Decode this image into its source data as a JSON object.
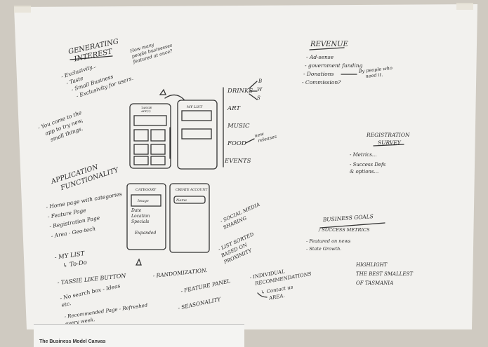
{
  "notes": {
    "generating_interest": "GENERATING\nINTEREST",
    "how_many": "How many\npeople businesses\nfeatured at once?",
    "interest_list": "- Exclusivity...\n- Taste\n- Small Business\n- Exclusivity for users.",
    "you_come": "- You come to the\napp to try new,\nsmall things.",
    "revenue_title": "REVENUE",
    "revenue_list": "- Ad-sense\n- government funding\n- Donations\n- Commission?",
    "by_people": "By people who\nneed it.",
    "categories": "DRINKS\n\nART\n\nMUSIC\n\nFOOD\n\nEVENTS",
    "bws": "B\nW\nS",
    "new_releases": "new\nreleases",
    "registration": "REGISTRATION\nSURVEY",
    "reg_list": "- Metrics...\n- Success Defs\n   & options...",
    "app_func": "APPLICATION\nFUNCTIONALITY",
    "func_list": "- Home page with categories\n- Feature Page\n- Registration Page\n- Area - Geo-tech",
    "my_list": "- MY LIST\n  ↳ To-Do",
    "tassie": "- TASSIE LIKE BUTTON",
    "no_search": "- No search box - Ideas\n                      etc.",
    "recommended": "- Recommended Page - Refreshed\n                                every week.",
    "randomization": "- RANDOMIZATION.",
    "feature_panel": "- FEATURE PANEL",
    "seasonality": "- SEASONALITY",
    "individual": "- INDIVIDUAL\nRECOMMENDATIONS\n↳ Contact us\n     AREA.",
    "social_media": "- SOCIAL MEDIA\n  SHARING",
    "list_sorted": "- LIST SORTED\n  BASED ON\n  PROXIMITY",
    "business_goals": "BUSINESS GOALS",
    "success_metrics": "/ SUCCESS METRICS",
    "goals_list": "- Featured on news\n- State Growth.",
    "highlight": "HIGHLIGHT\nTHE BEST SMALLEST\nOF TASMANIA",
    "my_list_screen": "MY LIST",
    "tassie_screen": "TASSIE\nAPP(?)",
    "category_screen": "CATEGORY",
    "create_account": "CREATE ACCOUNT",
    "image_label": "Image",
    "detail_lines": "Date\nLocation\nSpecials\n\nExpanded",
    "name_label": "Name",
    "bmc_title": "The Business Model Canvas"
  },
  "colors": {
    "paper": "#f2f1ee",
    "wall": "#cfcac1",
    "ink": "#2a2a2a"
  }
}
